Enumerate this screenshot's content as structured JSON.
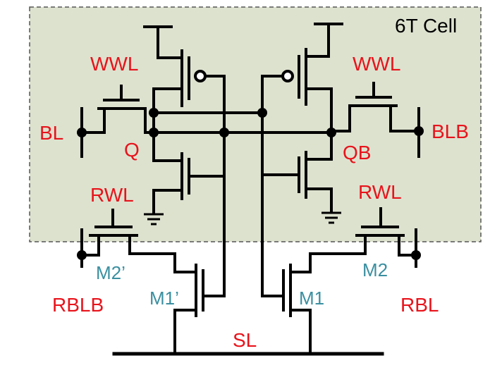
{
  "diagram": {
    "cell_title": "6T Cell",
    "labels": {
      "wwl_left": "WWL",
      "wwl_right": "WWL",
      "bl": "BL",
      "blb": "BLB",
      "q": "Q",
      "qb": "QB",
      "rwl_left": "RWL",
      "rwl_right": "RWL",
      "m2_prime": "M2’",
      "m2": "M2",
      "m1_prime": "M1’",
      "m1": "M1",
      "rblb": "RBLB",
      "rbl": "RBL",
      "sl": "SL"
    },
    "colors": {
      "cell_fill": "#dde2cf",
      "cell_border": "#555555",
      "signal_label": "#e8131b",
      "transistor_label": "#3a8fa0",
      "wire": "#000000"
    }
  }
}
